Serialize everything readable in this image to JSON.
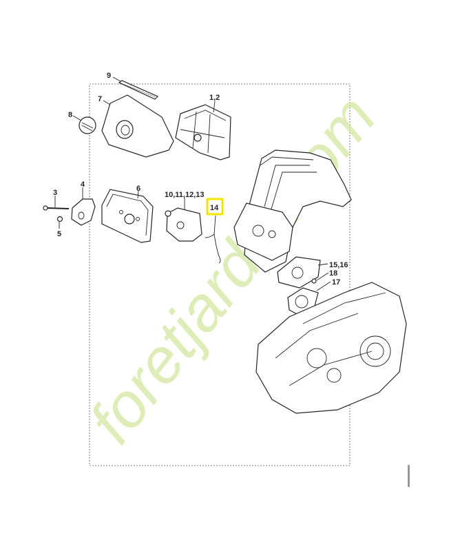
{
  "diagram": {
    "labels": {
      "p9": "9",
      "p7": "7",
      "p8": "8",
      "p1_2": "1,2",
      "p4": "4",
      "p3": "3",
      "p5": "5",
      "p6": "6",
      "p10_13": "10,11,12,13",
      "p14": "14",
      "p15_16": "15,16",
      "p18": "18",
      "p17": "17"
    },
    "highlighted_part": "14",
    "highlight_color": "#f2e600",
    "watermark": "foretjardin.com",
    "watermark_color": "#d4e6a0"
  }
}
